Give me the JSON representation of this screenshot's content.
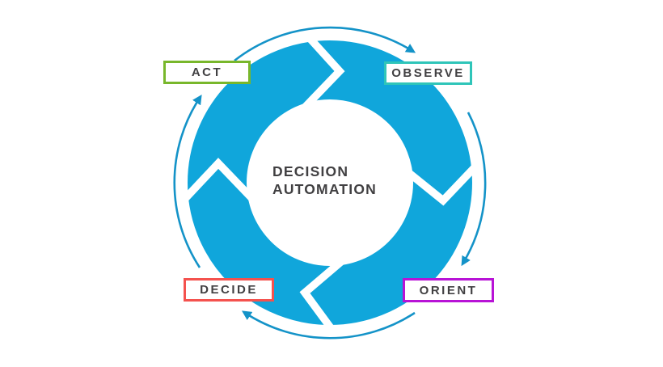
{
  "title": {
    "line1": "DECISION",
    "line2": "AUTOMATION"
  },
  "stages": [
    {
      "label": "OBSERVE",
      "border_color": "#2FC5B9",
      "position": "top-right"
    },
    {
      "label": "ORIENT",
      "border_color": "#B813D6",
      "position": "bottom-right"
    },
    {
      "label": "DECIDE",
      "border_color": "#F4524E",
      "position": "bottom-left"
    },
    {
      "label": "ACT",
      "border_color": "#78B72B",
      "position": "top-left"
    }
  ],
  "colors": {
    "ring": "#10A6DB",
    "flow_arc": "#1493C8",
    "chevron": "#FFFFFF",
    "label_text": "#414042",
    "background": "#FFFFFF"
  }
}
